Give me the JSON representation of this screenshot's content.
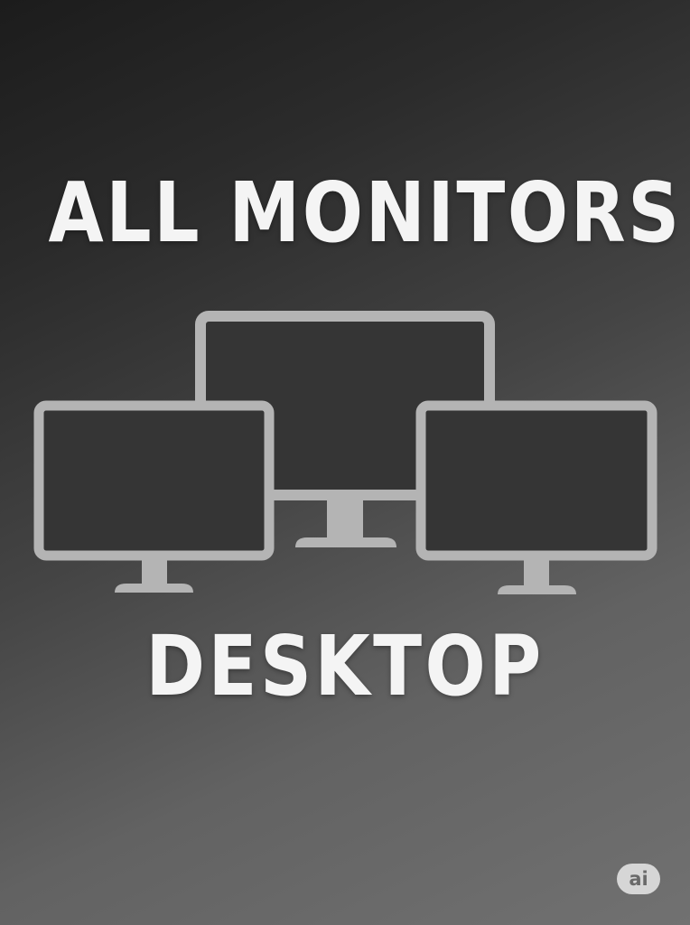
{
  "headline_top": "ALL MONITORS",
  "headline_bottom": "DESKTOP",
  "badge_label": "ai",
  "colors": {
    "text": "#f4f4f4",
    "monitor_frame": "#b4b4b4",
    "monitor_screen": "#353535",
    "badge_bg": "#d6d6d6",
    "badge_text": "#6a6a6a"
  },
  "icons": [
    "center-monitor-icon",
    "left-monitor-icon",
    "right-monitor-icon"
  ]
}
